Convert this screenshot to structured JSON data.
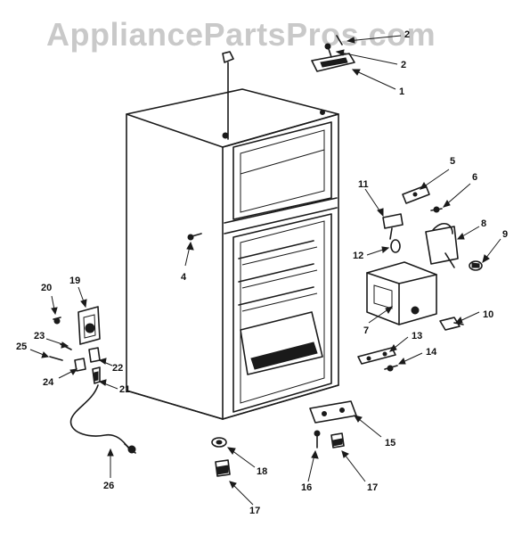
{
  "watermark": "AppliancePartsPros.com",
  "callouts": [
    {
      "id": "c1",
      "label": "1"
    },
    {
      "id": "c2",
      "label": "2"
    },
    {
      "id": "c2b",
      "label": "2"
    },
    {
      "id": "c4",
      "label": "4"
    },
    {
      "id": "c5",
      "label": "5"
    },
    {
      "id": "c6",
      "label": "6"
    },
    {
      "id": "c7",
      "label": "7"
    },
    {
      "id": "c8",
      "label": "8"
    },
    {
      "id": "c9",
      "label": "9"
    },
    {
      "id": "c10",
      "label": "10"
    },
    {
      "id": "c11",
      "label": "11"
    },
    {
      "id": "c12",
      "label": "12"
    },
    {
      "id": "c13",
      "label": "13"
    },
    {
      "id": "c14",
      "label": "14"
    },
    {
      "id": "c15",
      "label": "15"
    },
    {
      "id": "c16",
      "label": "16"
    },
    {
      "id": "c17",
      "label": "17"
    },
    {
      "id": "c17b",
      "label": "17"
    },
    {
      "id": "c18",
      "label": "18"
    },
    {
      "id": "c19",
      "label": "19"
    },
    {
      "id": "c20",
      "label": "20"
    },
    {
      "id": "c21",
      "label": "21"
    },
    {
      "id": "c22",
      "label": "22"
    },
    {
      "id": "c23",
      "label": "23"
    },
    {
      "id": "c24",
      "label": "24"
    },
    {
      "id": "c25",
      "label": "25"
    },
    {
      "id": "c26",
      "label": "26"
    }
  ]
}
